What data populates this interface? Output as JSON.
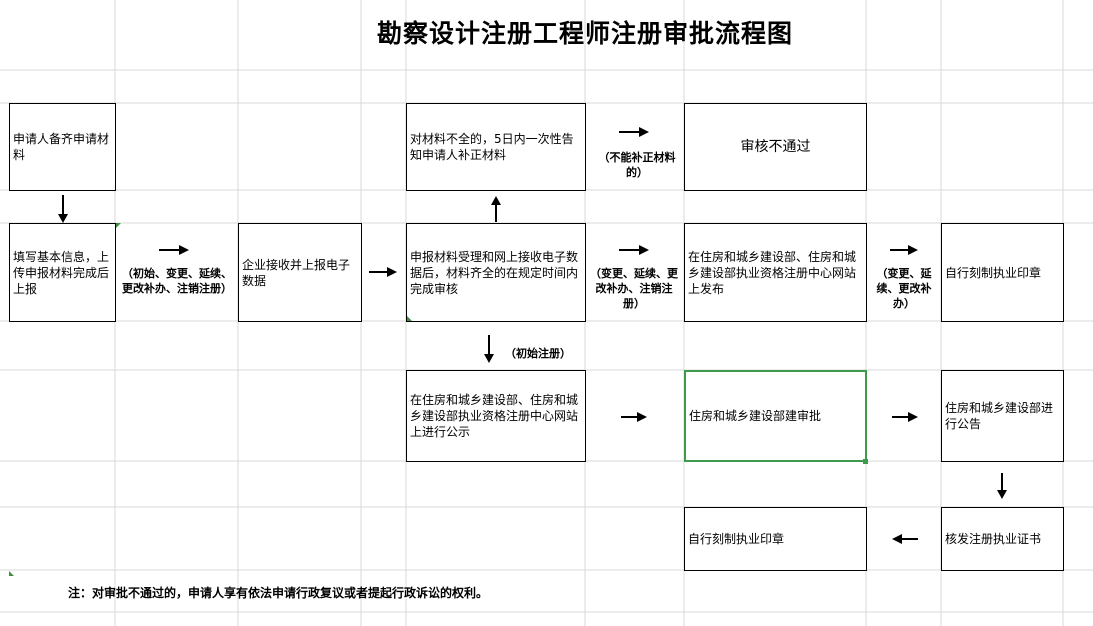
{
  "title": "勘察设计注册工程师注册审批流程图",
  "boxes": {
    "prepare": "申请人备齐申请材料",
    "fill": "填写基本信息，上传申报材料完成后上报",
    "company": "企业接收并上报电子数据",
    "incomplete": "对材料不全的，5日内一次性告知申请人补正材料",
    "reject": "审核不通过",
    "accept": "申报材料受理和网上接收电子数据后，材料齐全的在规定时间内完成审核",
    "publish": "在住房和城乡建设部、住房和城乡建设部执业资格注册中心网站上发布",
    "seal_top": "自行刻制执业印章",
    "publicity": "在住房和城乡建设部、住房和城乡建设部执业资格注册中心网站上进行公示",
    "approve": "住房和城乡建设部建审批",
    "announce": "住房和城乡建设部进行公告",
    "seal_bottom": "自行刻制执业印章",
    "certificate": "核发注册执业证书"
  },
  "notes": {
    "cannot_correct": "（不能补正材料的）",
    "types_left": "（初始、变更、延续、更改补办、注销注册）",
    "types_mid": "（变更、延续、更改补办、注销注册）",
    "types_right": "（变更、延续、更改补办）",
    "initial": "（初始注册）"
  },
  "footnote": "注：对审批不通过的，申请人享有依法申请行政复议或者提起行政诉讼的权利。",
  "colors": {
    "gridline": "#d9d9d9",
    "selected_border": "#3f9a4a",
    "corner_mark": "#3f8f3f"
  }
}
